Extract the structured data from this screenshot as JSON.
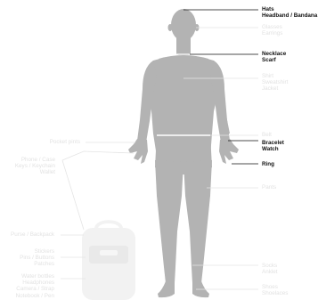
{
  "labels": {
    "hats": [
      "Hats",
      "Headband / Bandana"
    ],
    "glasses": [
      "Glasses",
      "Earrings"
    ],
    "necklace": [
      "Necklace",
      "Scarf"
    ],
    "shirt": [
      "Shirt",
      "Sweatshirt",
      "Jacket"
    ],
    "belt": [
      "Belt"
    ],
    "bracelet": [
      "Bracelet",
      "Watch"
    ],
    "ring": [
      "Ring"
    ],
    "pockets": [
      "Pocket pints"
    ],
    "phone": [
      "Phone / Case",
      "Keys / Keychain",
      "Wallet"
    ],
    "pants": [
      "Pants"
    ],
    "purse": [
      "Purse / Backpack"
    ],
    "stickers": [
      "Stickers",
      "Pins / Buttons",
      "Patches"
    ],
    "water": [
      "Water bottles",
      "Headphones",
      "Camera / Strap",
      "Notebook / Pen"
    ],
    "socks": [
      "Socks",
      "Anklet"
    ],
    "shoes": [
      "Shoes",
      "Shoelaces"
    ]
  },
  "colors": {
    "figure": "#b3b3b3",
    "backpack": "#f2f2f2",
    "line_dark": "#111111",
    "line_faint": "#e4e4e4"
  }
}
